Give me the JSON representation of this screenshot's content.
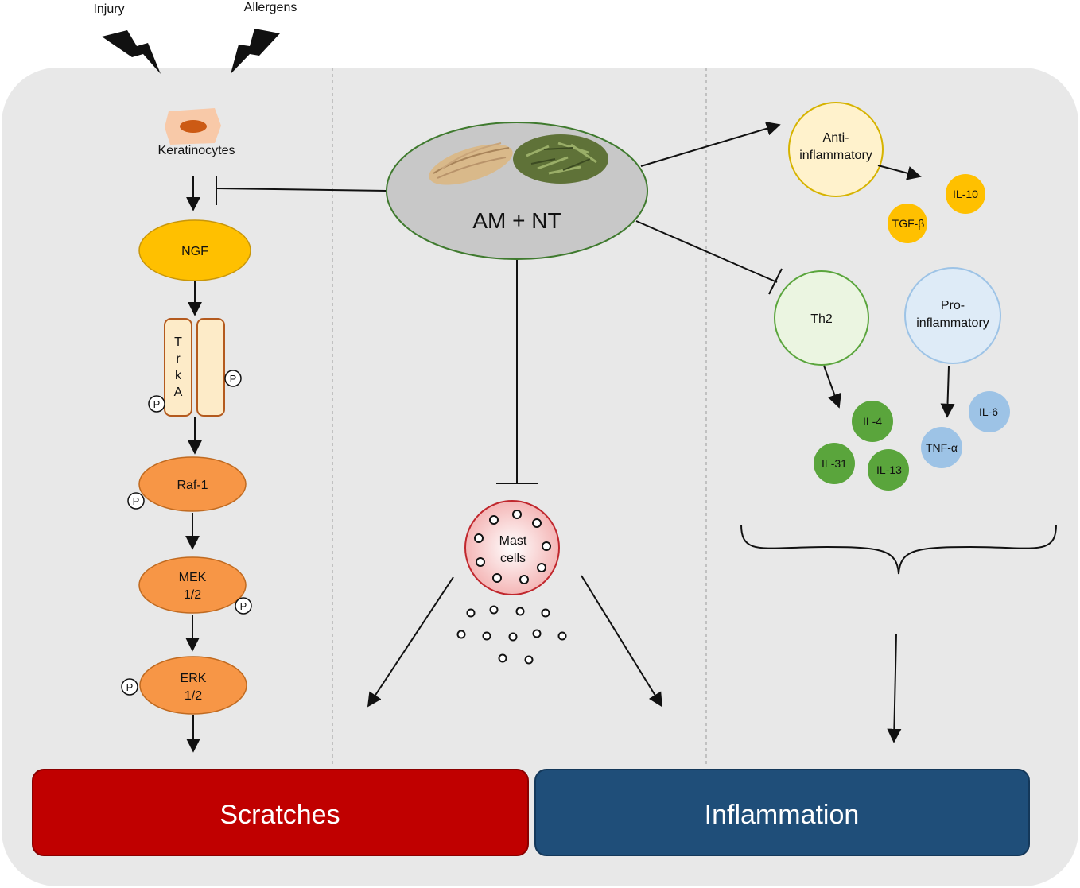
{
  "stimuli": {
    "injury": "Injury",
    "allergens": "Allergens"
  },
  "keratinocytes": "Keratinocytes",
  "left_pathway": {
    "ngf": "NGF",
    "trka_letters": [
      "T",
      "r",
      "k",
      "A"
    ],
    "raf": "Raf-1",
    "mek": [
      "MEK",
      "1/2"
    ],
    "erk": [
      "ERK",
      "1/2"
    ],
    "phospho": "P"
  },
  "center": {
    "treatment": "AM + NT",
    "mast_cells": [
      "Mast",
      "cells"
    ]
  },
  "right": {
    "anti_inflammatory": [
      "Anti-",
      "inflammatory"
    ],
    "il10": "IL-10",
    "tgfb": "TGF-β",
    "th2": "Th2",
    "pro_inflammatory": [
      "Pro-",
      "inflammatory"
    ],
    "il4": "IL-4",
    "il31": "IL-31",
    "il13": "IL-13",
    "tnfa": "TNF-α",
    "il6": "IL-6"
  },
  "outcomes": {
    "scratches": "Scratches",
    "inflammation": "Inflammation"
  },
  "colors": {
    "panel": "#e8e8e8",
    "scratches": "#c00000",
    "inflammation": "#1f4e79",
    "ngf": "#ffc000",
    "kinase": "#f79646",
    "trka": "#fdebc8",
    "il_green": "#5aa53c",
    "il_blue": "#9dc3e6",
    "il_yellow": "#ffc000"
  }
}
